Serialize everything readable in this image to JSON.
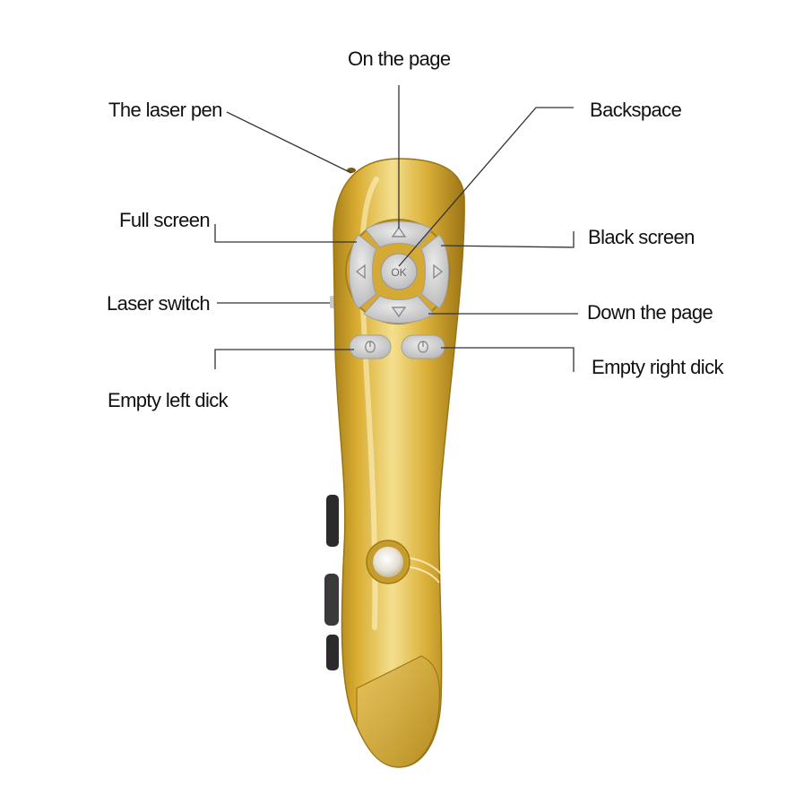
{
  "labels": {
    "on_the_page": "On the page",
    "laser_pen": "The laser pen",
    "backspace": "Backspace",
    "full_screen": "Full screen",
    "black_screen": "Black screen",
    "laser_switch": "Laser switch",
    "down_the_page": "Down the page",
    "empty_right_click": "Empty right dick",
    "empty_left_click": "Empty left dick"
  },
  "buttons": {
    "ok": "OK"
  },
  "colors": {
    "gold_light": "#f2d77a",
    "gold_mid": "#d9ad32",
    "gold_dark": "#a8801a",
    "button_gray": "#c9c9c9",
    "leader_line": "#333333"
  }
}
